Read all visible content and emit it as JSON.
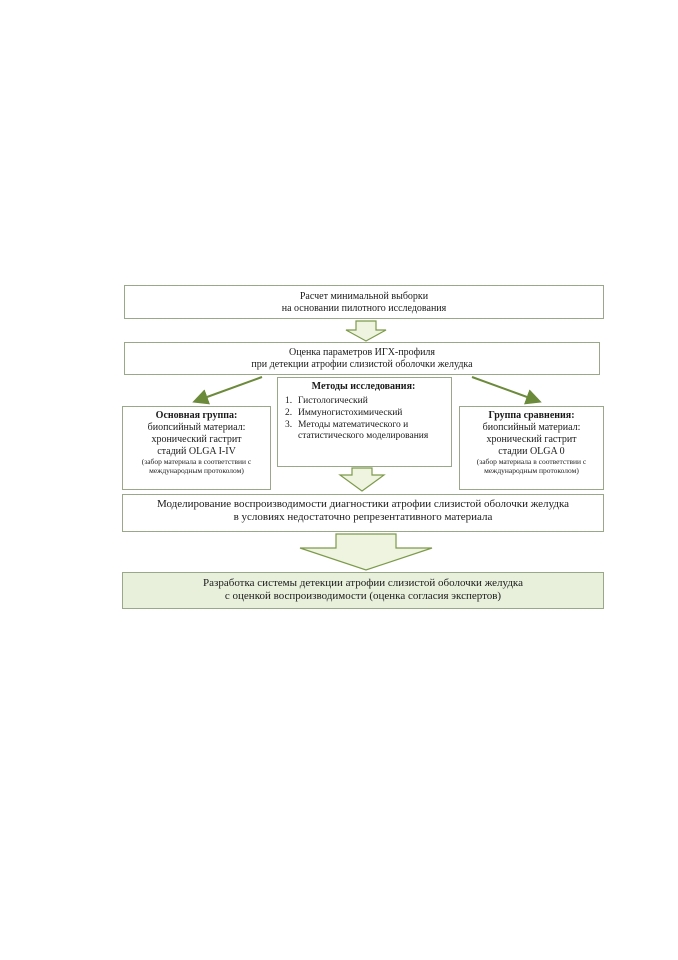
{
  "diagram": {
    "step1": {
      "lines": [
        "Расчет минимальной выборки",
        "на основании пилотного исследования"
      ]
    },
    "step2": {
      "lines": [
        "Оценка параметров ИГХ-профиля",
        "при детекции атрофии слизистой оболочки желудка"
      ]
    },
    "main_group": {
      "title": "Основная группа:",
      "lines": [
        "биопсийный материал:",
        "хронический гастрит",
        "стадий OLGA I-IV"
      ],
      "note": [
        "(забор материала в соответствии с",
        "международным протоколом)"
      ]
    },
    "methods": {
      "title": "Методы исследования:",
      "items": [
        {
          "num": "1.",
          "text": "Гистологический"
        },
        {
          "num": "2.",
          "text": "Иммуногистохимический"
        },
        {
          "num": "3.",
          "text": "Методы математического и статистического моделирования"
        }
      ]
    },
    "comparison_group": {
      "title": "Группа сравнения:",
      "lines": [
        "биопсийный материал:",
        "хронический гастрит",
        "стадии OLGA 0"
      ],
      "note": [
        "(забор материала в соответствии с",
        "международным протоколом)"
      ]
    },
    "step3": {
      "lines": [
        "Моделирование воспроизводимости диагностики атрофии слизистой оболочки желудка",
        "в условиях недостаточно репрезентативного материала"
      ]
    },
    "step4": {
      "lines": [
        "Разработка системы детекции атрофии слизистой оболочки желудка",
        "с оценкой воспроизводимости  (оценка согласия экспертов)"
      ]
    },
    "colors": {
      "border": "#9aa88a",
      "arrow_fill": "#eef4e0",
      "arrow_stroke": "#7d9a4a",
      "diagonal_arrow": "#6b8a3a",
      "final_box_fill": "#e8f0dc"
    }
  }
}
